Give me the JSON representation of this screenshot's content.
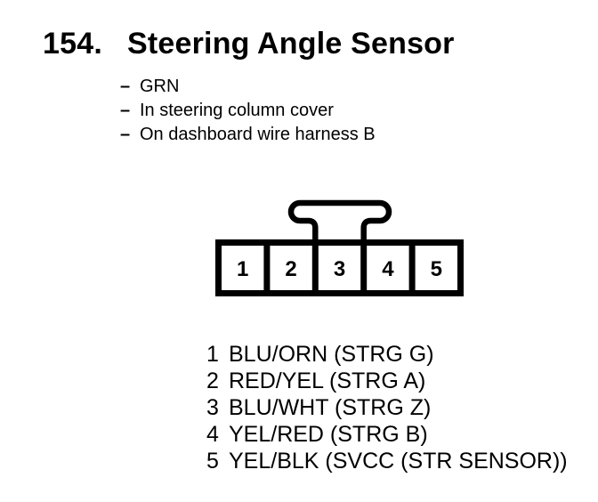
{
  "page": {
    "item_number": "154.",
    "title": "Steering Angle Sensor",
    "note_marker": "–",
    "notes": [
      "GRN",
      "In steering column cover",
      "On dashboard wire harness B"
    ],
    "connector": {
      "pins": [
        "1",
        "2",
        "3",
        "4",
        "5"
      ]
    },
    "pin_list": [
      {
        "pin": "1",
        "label": "BLU/ORN (STRG G)"
      },
      {
        "pin": "2",
        "label": "RED/YEL (STRG A)"
      },
      {
        "pin": "3",
        "label": "BLU/WHT (STRG Z)"
      },
      {
        "pin": "4",
        "label": "YEL/RED (STRG B)"
      },
      {
        "pin": "5",
        "label": "YEL/BLK (SVCC (STR SENSOR))"
      }
    ],
    "colors": {
      "ink": "#000000",
      "paper": "#ffffff"
    }
  }
}
